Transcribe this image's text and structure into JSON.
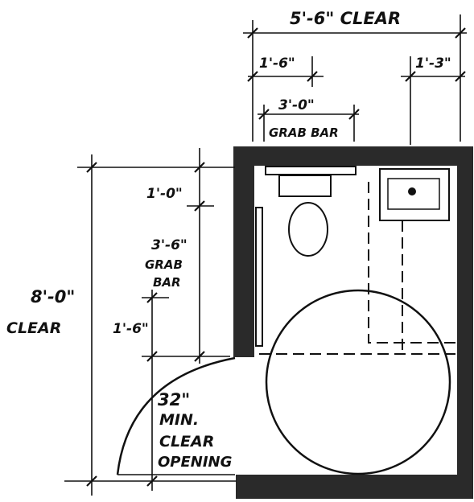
{
  "labels": {
    "top_clear": "5'-6\" CLEAR",
    "left_offset": "1'-6\"",
    "right_offset": "1'-3\"",
    "grab_bar_top_dim": "3'-0\"",
    "grab_bar_top_label": "GRAB BAR",
    "top_setback": "1'-0\"",
    "side_grab_dim": "3'-6\"",
    "side_grab_label_1": "GRAB",
    "side_grab_label_2": "BAR",
    "depth_dim": "8'-0\"",
    "depth_label": "CLEAR",
    "lower_offset": "1'-6\"",
    "door_1": "32\"",
    "door_2": "MIN.",
    "door_3": "CLEAR",
    "door_4": "OPENING"
  },
  "colors": {
    "ink": "#111111",
    "wall_fill": "#2a2a2a",
    "paper": "#ffffff"
  }
}
